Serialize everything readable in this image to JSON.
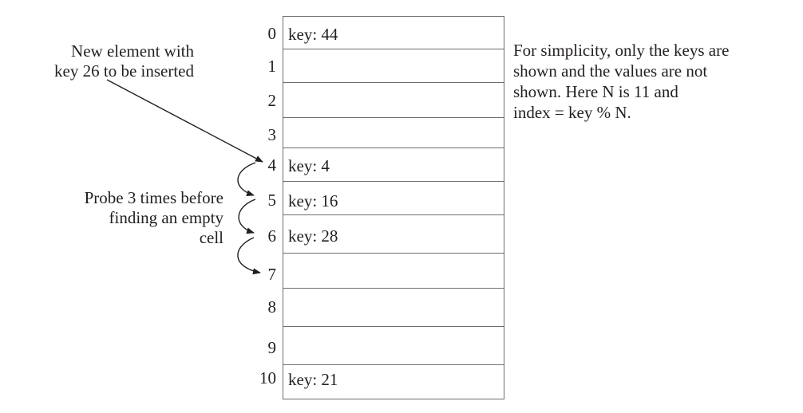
{
  "insert_note": {
    "line1": "New element with",
    "line2": "key 26 to be inserted"
  },
  "probe_note": {
    "line1": "Probe 3 times before",
    "line2": "finding an empty",
    "line3": "cell"
  },
  "info_note": {
    "line1": "For simplicity, only the keys are",
    "line2": "shown and the values are not",
    "line3": "shown.  Here N is 11 and",
    "line4": "index = key % N."
  },
  "table": {
    "slots": [
      {
        "index": "0",
        "key": "key: 44"
      },
      {
        "index": "1",
        "key": ""
      },
      {
        "index": "2",
        "key": ""
      },
      {
        "index": "3",
        "key": ""
      },
      {
        "index": "4",
        "key": "key: 4"
      },
      {
        "index": "5",
        "key": "key: 16"
      },
      {
        "index": "6",
        "key": "key: 28"
      },
      {
        "index": "7",
        "key": ""
      },
      {
        "index": "8",
        "key": ""
      },
      {
        "index": "9",
        "key": ""
      },
      {
        "index": "10",
        "key": "key: 21"
      }
    ]
  },
  "colors": {
    "text": "#231f20",
    "border": "#6d6e71"
  }
}
